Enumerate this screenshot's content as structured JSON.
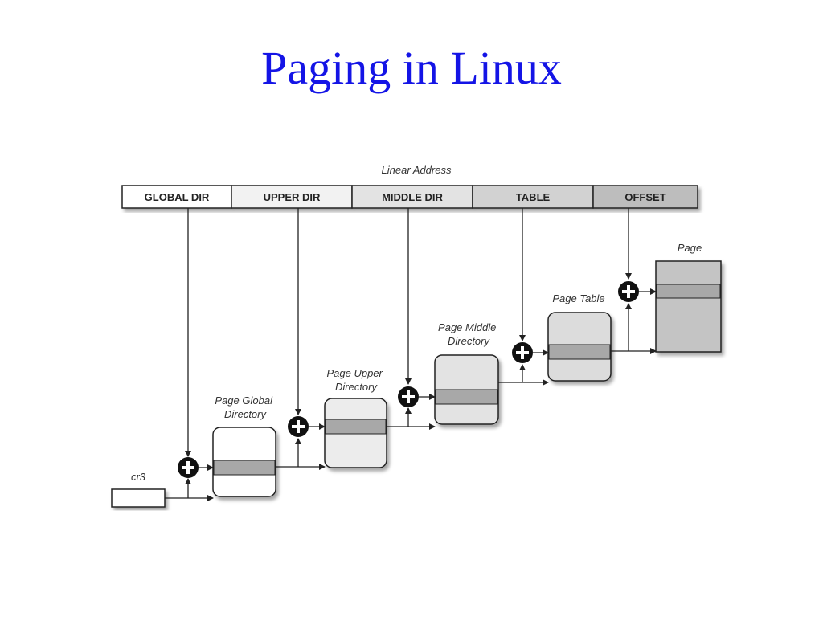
{
  "slide": {
    "title": "Paging in Linux"
  },
  "diagram": {
    "linear_address_label": "Linear Address",
    "segments": [
      "GLOBAL DIR",
      "UPPER DIR",
      "MIDDLE DIR",
      "TABLE",
      "OFFSET"
    ],
    "register_label": "cr3",
    "tables": {
      "global": [
        "Page Global",
        "Directory"
      ],
      "upper": [
        "Page Upper",
        "Directory"
      ],
      "middle": [
        "Page Middle",
        "Directory"
      ],
      "table": [
        "Page Table"
      ],
      "page": [
        "Page"
      ]
    },
    "adder_symbol": "+"
  }
}
